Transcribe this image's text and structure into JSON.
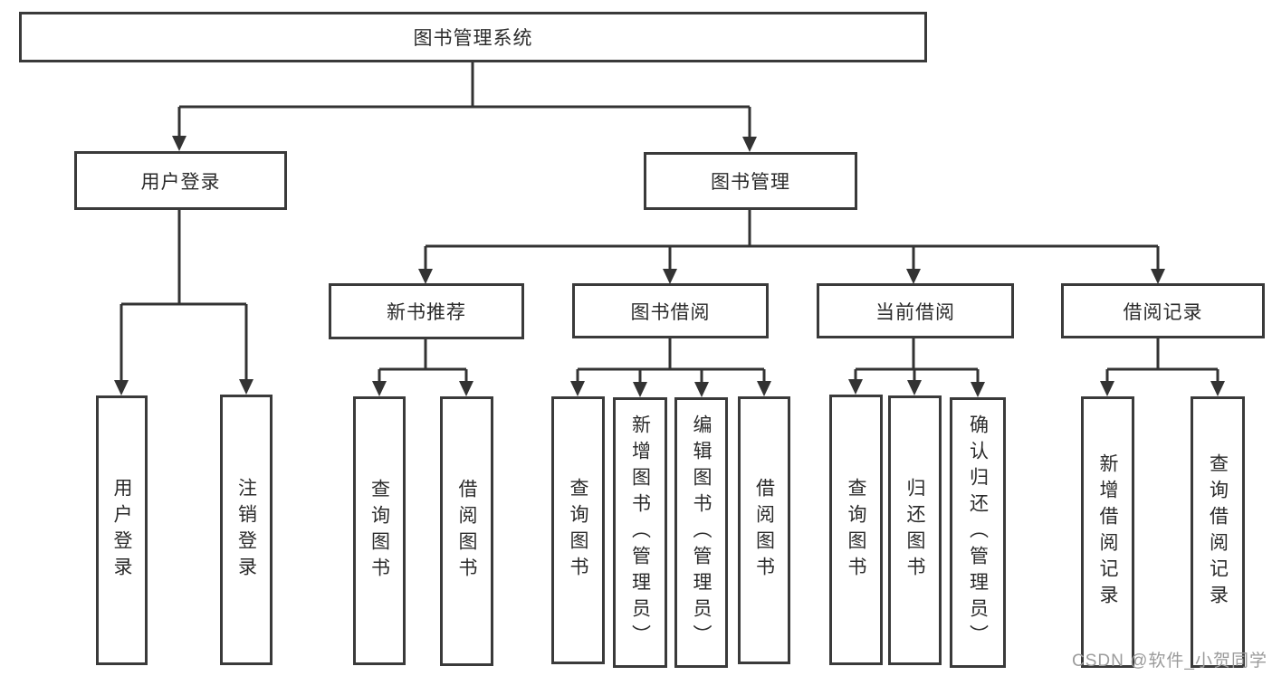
{
  "colors": {
    "line": "#333333",
    "box_border": "#3a3a3a",
    "text": "#2b2b2b",
    "watermark": "#9b9b9b",
    "background": "#ffffff"
  },
  "watermark": {
    "text": "CSDN @软件_小贺同学"
  },
  "system": {
    "title": "图书管理系统",
    "user_login": {
      "label": "用户登录",
      "children": {
        "login": "用户登录",
        "logout": "注销登录"
      }
    },
    "book_management": {
      "label": "图书管理",
      "modules": {
        "new_book_recommend": {
          "label": "新书推荐",
          "children": {
            "search_book": "查询图书",
            "borrow_book": "借阅图书"
          }
        },
        "book_borrow": {
          "label": "图书借阅",
          "children": {
            "search_book": "查询图书",
            "add_book_admin": "新增图书（管理员）",
            "edit_book_admin": "编辑图书（管理员）",
            "borrow_book": "借阅图书"
          }
        },
        "current_borrow": {
          "label": "当前借阅",
          "children": {
            "search_book": "查询图书",
            "return_book": "归还图书",
            "confirm_return_admin": "确认归还（管理员）"
          }
        },
        "borrow_records": {
          "label": "借阅记录",
          "children": {
            "add_record": "新增借阅记录",
            "search_record": "查询借阅记录"
          }
        }
      }
    }
  }
}
